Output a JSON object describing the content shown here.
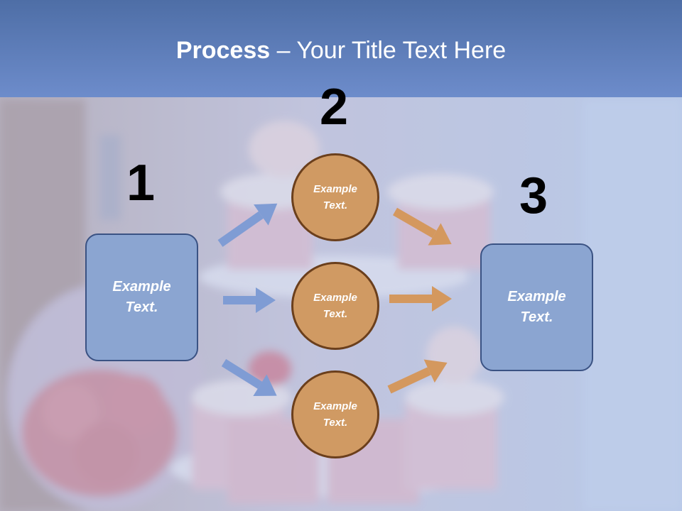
{
  "title": {
    "bold": "Process",
    "rest": " – Your Title Text Here"
  },
  "steps": [
    {
      "number": "1",
      "text": "Example\nText."
    },
    {
      "number": "2",
      "circles": [
        "Example\nText.",
        "Example\nText.",
        "Example\nText."
      ]
    },
    {
      "number": "3",
      "text": "Example\nText."
    }
  ],
  "colors": {
    "header": "#5b7ab8",
    "box": "#8ba5d1",
    "circle": "#d09a63",
    "arrow_blue": "#7f9cd4",
    "arrow_orange": "#d4985e"
  }
}
